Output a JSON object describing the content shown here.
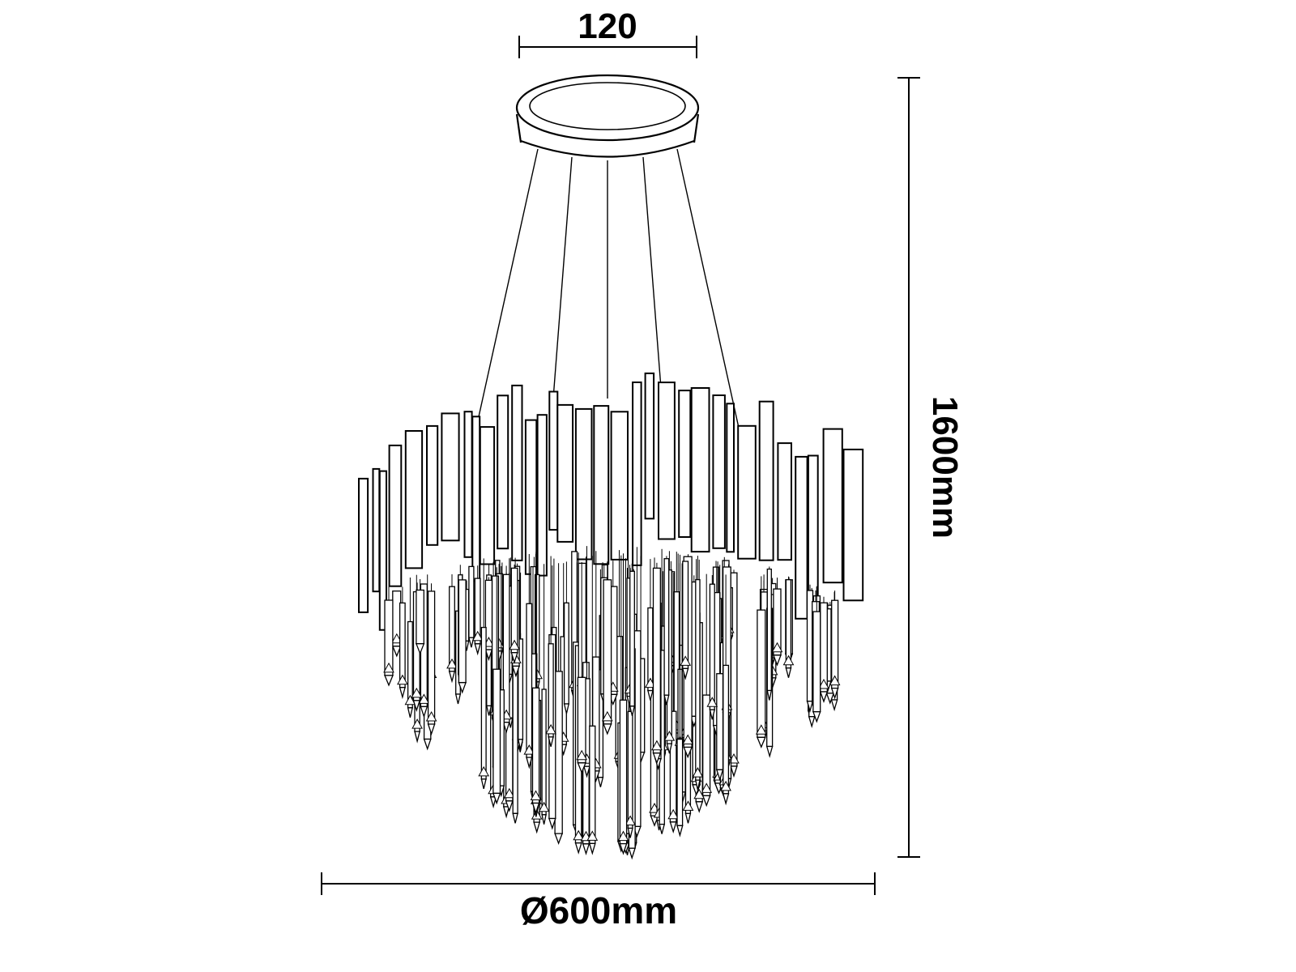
{
  "diagram": {
    "dimensions": {
      "canopy_width": "120",
      "height": "1600mm",
      "diameter": "Ø600mm"
    },
    "colors": {
      "line": "#000000",
      "background": "#ffffff"
    }
  }
}
